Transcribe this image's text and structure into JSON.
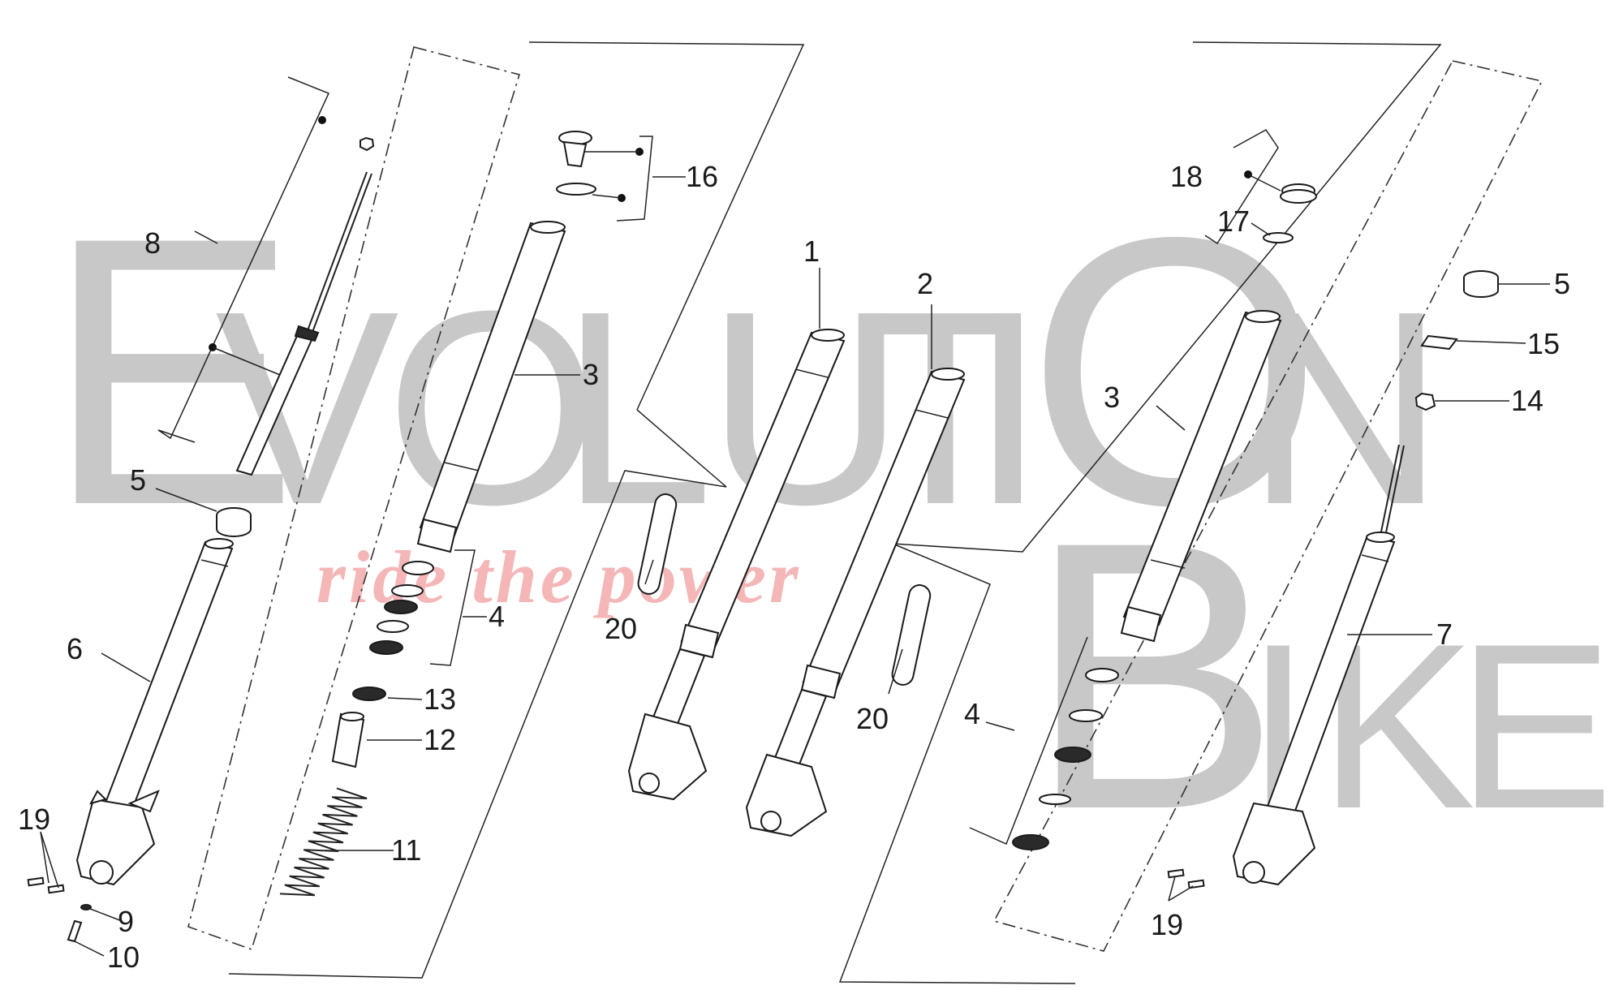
{
  "watermark": {
    "letters": [
      "E",
      "V",
      "O",
      "L",
      "U",
      "T",
      "I",
      "O",
      "N",
      "B",
      "I",
      "K",
      "E"
    ],
    "tagline": "ride the power",
    "color": "#c8c8c8",
    "tagline_color": "#f4b6b6"
  },
  "callouts": [
    {
      "id": "c1",
      "text": "1"
    },
    {
      "id": "c2",
      "text": "2"
    },
    {
      "id": "c3a",
      "text": "3"
    },
    {
      "id": "c3b",
      "text": "3"
    },
    {
      "id": "c4a",
      "text": "4"
    },
    {
      "id": "c4b",
      "text": "4"
    },
    {
      "id": "c5a",
      "text": "5"
    },
    {
      "id": "c5b",
      "text": "5"
    },
    {
      "id": "c6",
      "text": "6"
    },
    {
      "id": "c7",
      "text": "7"
    },
    {
      "id": "c8",
      "text": "8"
    },
    {
      "id": "c9",
      "text": "9"
    },
    {
      "id": "c10",
      "text": "10"
    },
    {
      "id": "c11",
      "text": "11"
    },
    {
      "id": "c12",
      "text": "12"
    },
    {
      "id": "c13",
      "text": "13"
    },
    {
      "id": "c14",
      "text": "14"
    },
    {
      "id": "c15",
      "text": "15"
    },
    {
      "id": "c16",
      "text": "16"
    },
    {
      "id": "c17",
      "text": "17"
    },
    {
      "id": "c18",
      "text": "18"
    },
    {
      "id": "c19a",
      "text": "19"
    },
    {
      "id": "c19b",
      "text": "19"
    },
    {
      "id": "c20a",
      "text": "20"
    },
    {
      "id": "c20b",
      "text": "20"
    }
  ]
}
